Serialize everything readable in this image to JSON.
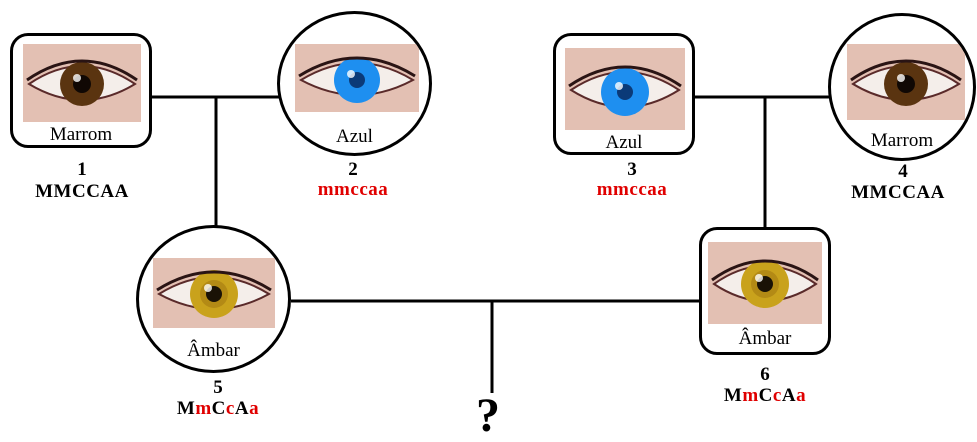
{
  "individuals": [
    {
      "number": "1",
      "label": "Marrom",
      "eye": "brown",
      "genotype": [
        {
          "t": "MMCCAA",
          "rec": false
        }
      ]
    },
    {
      "number": "2",
      "label": "Azul",
      "eye": "blue",
      "genotype": [
        {
          "t": "mmccaa",
          "rec": true
        }
      ]
    },
    {
      "number": "3",
      "label": "Azul",
      "eye": "blue",
      "genotype": [
        {
          "t": "mmccaa",
          "rec": true
        }
      ]
    },
    {
      "number": "4",
      "label": "Marrom",
      "eye": "brown",
      "genotype": [
        {
          "t": "MMCCAA",
          "rec": false
        }
      ]
    },
    {
      "number": "5",
      "label": "Âmbar",
      "eye": "amber",
      "genotype": [
        {
          "t": "M",
          "rec": false
        },
        {
          "t": "m",
          "rec": true
        },
        {
          "t": "C",
          "rec": false
        },
        {
          "t": "c",
          "rec": true
        },
        {
          "t": "A",
          "rec": false
        },
        {
          "t": "a",
          "rec": true
        }
      ]
    },
    {
      "number": "6",
      "label": "Âmbar",
      "eye": "amber",
      "genotype": [
        {
          "t": "M",
          "rec": false
        },
        {
          "t": "m",
          "rec": true
        },
        {
          "t": "C",
          "rec": false
        },
        {
          "t": "c",
          "rec": true
        },
        {
          "t": "A",
          "rec": false
        },
        {
          "t": "a",
          "rec": true
        }
      ]
    }
  ],
  "offspring_mark": "?",
  "colors": {
    "dominant": "#000000",
    "recessive": "#e00000",
    "iris_brown": "#5a3410",
    "iris_blue": "#1e8ff0",
    "iris_amber": "#c9a21c",
    "skin": "#e3c0b3"
  }
}
